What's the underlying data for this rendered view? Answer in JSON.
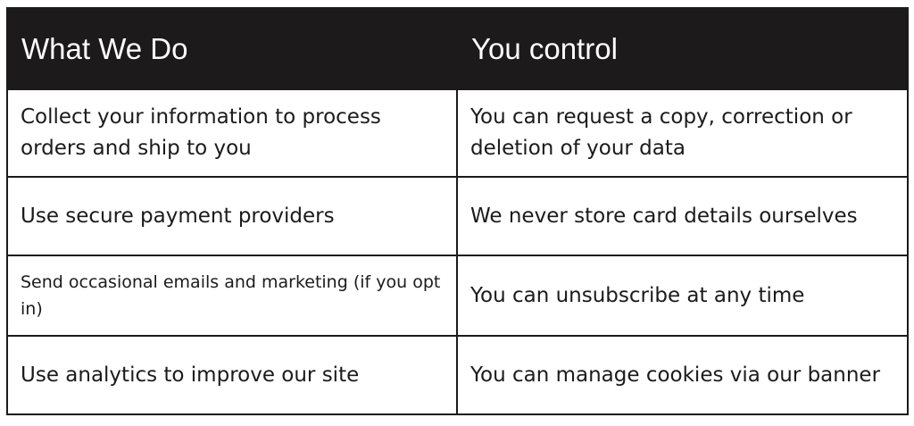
{
  "table": {
    "headers": [
      "What We Do",
      "You control"
    ],
    "rows": [
      [
        "Collect your information to process orders and ship to you",
        "You can request a copy, correction or deletion of your data"
      ],
      [
        "Use secure payment providers",
        "We never store card details ourselves"
      ],
      [
        "Send occasional emails and marketing (if you opt in)",
        "You can unsubscribe at any time"
      ],
      [
        "Use analytics to improve our site",
        "You can manage cookies via our banner"
      ]
    ]
  },
  "colors": {
    "header_background": "#1c1a1b",
    "header_text": "#ffffff",
    "border": "#1c1a1b",
    "body_text": "#1c1a1b"
  }
}
